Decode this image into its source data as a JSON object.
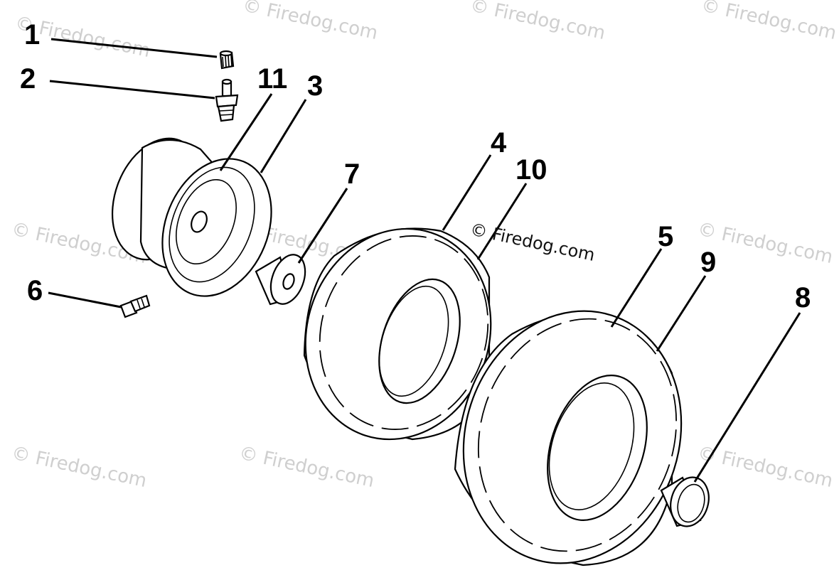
{
  "diagram": {
    "callouts": {
      "c1": "1",
      "c2": "2",
      "c3": "3",
      "c4": "4",
      "c5": "5",
      "c6": "6",
      "c7": "7",
      "c8": "8",
      "c9": "9",
      "c10": "10",
      "c11": "11"
    },
    "watermark_text": "© Firedog.com",
    "center_watermark_text": "© Firedog.com"
  }
}
